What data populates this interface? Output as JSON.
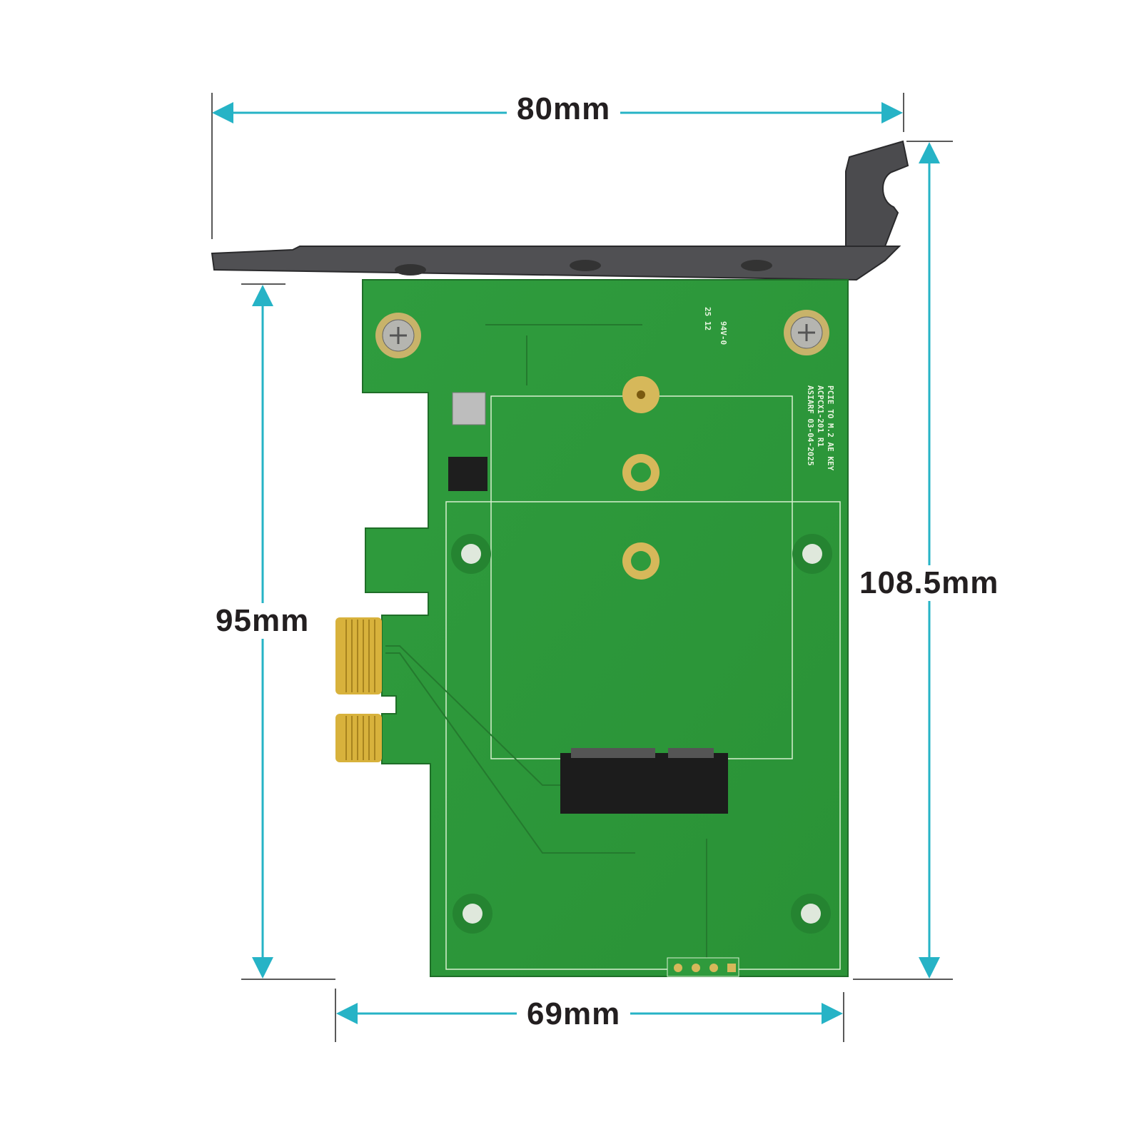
{
  "dimensions": {
    "bracket_width": "80mm",
    "bracket_height": "108.5mm",
    "board_height": "95mm",
    "board_width": "69mm"
  },
  "pcb_silkscreen": {
    "line1": "PCIE TO M.2 AE KEY",
    "line2": "ACPCX1-201 R1",
    "line3": "ASIARF 03-04-2025",
    "rating": "94V-0",
    "date_code": "25 12"
  },
  "colors": {
    "dimension_line": "#26b3c6",
    "pcb": "#2f9a3c",
    "bracket": "#4a4a4c",
    "label": "#231f20"
  }
}
